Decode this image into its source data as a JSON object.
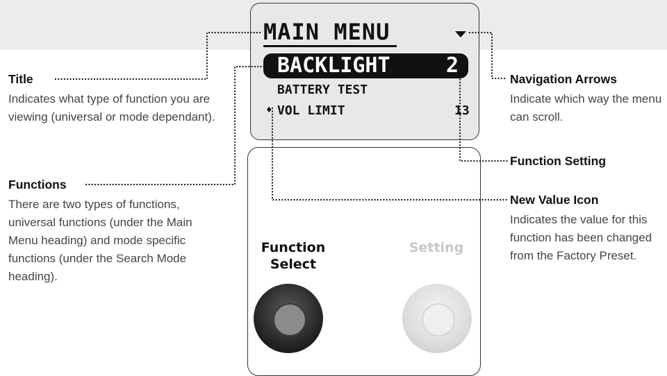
{
  "screen": {
    "title": "MAIN MENU",
    "rows": [
      {
        "label": "BACKLIGHT",
        "value": "2",
        "selected": true
      },
      {
        "label": "BATTERY TEST",
        "value": "",
        "selected": false
      },
      {
        "label": "VOL LIMIT",
        "value": "13",
        "selected": false,
        "icon": "♦"
      }
    ]
  },
  "buttons": {
    "function_select": "Function Select",
    "setting": "Setting"
  },
  "callouts": {
    "title": {
      "heading": "Title",
      "body": "Indicates what type of function you are viewing (universal or mode dependant)."
    },
    "functions": {
      "heading": "Functions",
      "body": "There are two types of functions, universal functions (under the Main Menu heading) and mode specific functions (under the Search Mode heading)."
    },
    "navigation_arrows": {
      "heading": "Navigation Arrows",
      "body": "Indicate which way the menu can scroll."
    },
    "function_setting": {
      "heading": "Function Setting",
      "body": ""
    },
    "new_value_icon": {
      "heading": "New Value Icon",
      "body": "Indicates the value for this function has been changed from the Factory Preset."
    }
  }
}
